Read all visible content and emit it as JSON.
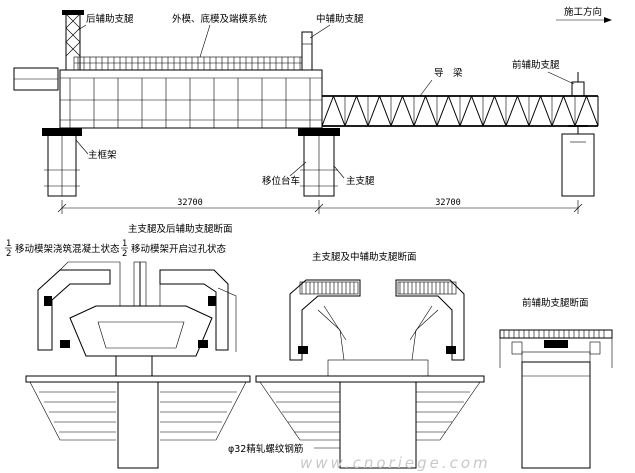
{
  "elevation": {
    "labels": {
      "rear_support": "后辅助支腿",
      "formwork_system": "外模、底模及端模系统",
      "middle_support": "中辅助支腿",
      "construction_direction": "施工方向",
      "guide_beam": "导　梁",
      "front_support": "前辅助支腿",
      "main_frame": "主框架",
      "shift_trolley": "移位台车",
      "main_support": "主支腿"
    },
    "dimensions": [
      "32700",
      "32700"
    ]
  },
  "sections": {
    "left": {
      "title": "主支腿及后辅助支腿断面",
      "sub_left": "移动模架浇筑混凝土状态",
      "sub_right": "移动模架开启过孔状态",
      "fraction_num": "1",
      "fraction_den": "2"
    },
    "middle": {
      "title": "主支腿及中辅助支腿断面"
    },
    "right": {
      "title": "前辅助支腿断面"
    },
    "rebar_note": "φ32精轧螺纹钢筋"
  },
  "watermark": "www.cnoriege.com"
}
